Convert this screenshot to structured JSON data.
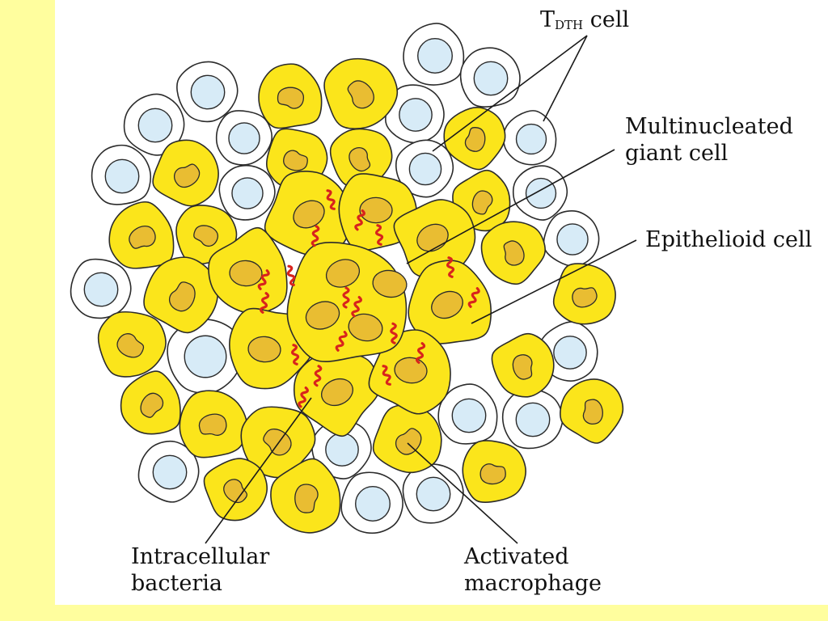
{
  "labels": {
    "tdth_main": "T",
    "tdth_sub": "DTH",
    "tdth_rest": " cell",
    "giant_line1": "Multinucleated",
    "giant_line2": "giant cell",
    "epithelioid": "Epithelioid cell",
    "bacteria_line1": "Intracellular",
    "bacteria_line2": "bacteria",
    "macrophage_line1": "Activated",
    "macrophage_line2": "macrophage"
  },
  "colors": {
    "slide_background": "#fffe9e",
    "panel": "#ffffff",
    "macrophage_fill": "#fbe51b",
    "macrophage_nucleus": "#e9bd32",
    "lymphocyte_fill": "#ffffff",
    "lymphocyte_nucleus": "#d7ebf7",
    "bacteria": "#d8231d",
    "outline": "#2b2b2b"
  }
}
